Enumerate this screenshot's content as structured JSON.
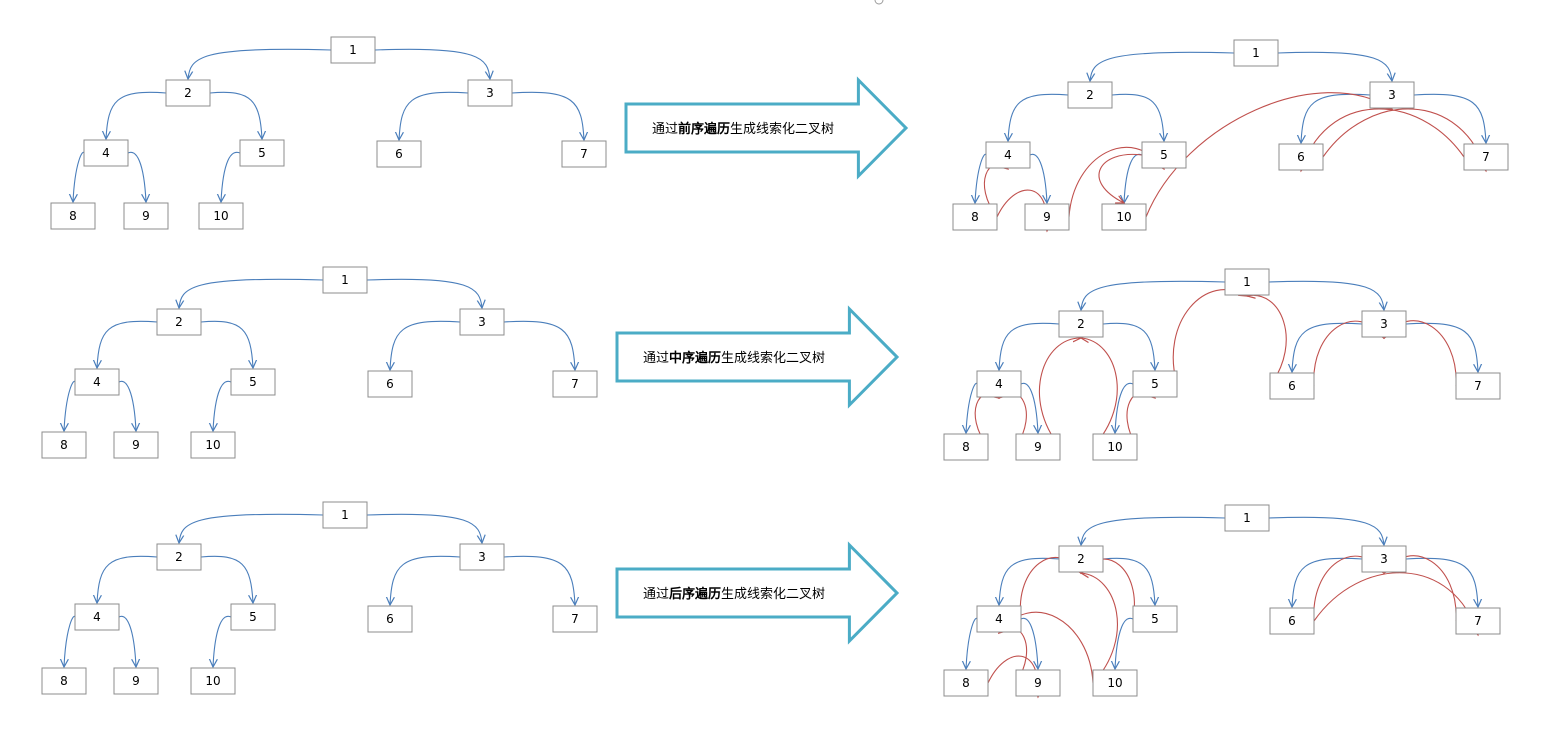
{
  "colors": {
    "tree_edge": "#4a7ebb",
    "thread": "#c0504d",
    "node_border": "#8c8c8c",
    "big_arrow": "#4bacc6"
  },
  "node_labels": [
    "1",
    "2",
    "3",
    "4",
    "5",
    "6",
    "7",
    "8",
    "9",
    "10"
  ],
  "rows": [
    {
      "id": "preorder",
      "caption": {
        "prefix": "通过",
        "emphasis": "前序遍历",
        "suffix": "生成线索化二叉树"
      },
      "threads": [
        [
          "8",
          "4"
        ],
        [
          "8",
          "9"
        ],
        [
          "9",
          "5"
        ],
        [
          "5",
          "10"
        ],
        [
          "10",
          "3"
        ],
        [
          "6",
          "7"
        ],
        [
          "7",
          "6"
        ]
      ]
    },
    {
      "id": "inorder",
      "caption": {
        "prefix": "通过",
        "emphasis": "中序遍历",
        "suffix": "生成线索化二叉树"
      },
      "threads": [
        [
          "8",
          "4"
        ],
        [
          "9",
          "4"
        ],
        [
          "9",
          "2"
        ],
        [
          "10",
          "2"
        ],
        [
          "10",
          "5"
        ],
        [
          "5",
          "1"
        ],
        [
          "6",
          "1"
        ],
        [
          "6",
          "3"
        ],
        [
          "7",
          "3"
        ]
      ]
    },
    {
      "id": "postorder",
      "caption": {
        "prefix": "通过",
        "emphasis": "后序遍历",
        "suffix": "生成线索化二叉树"
      },
      "threads": [
        [
          "8",
          "9"
        ],
        [
          "9",
          "4"
        ],
        [
          "4",
          "2"
        ],
        [
          "10",
          "4"
        ],
        [
          "10",
          "2"
        ],
        [
          "5",
          "2"
        ],
        [
          "6",
          "3"
        ],
        [
          "6",
          "7"
        ],
        [
          "7",
          "3"
        ]
      ]
    }
  ]
}
